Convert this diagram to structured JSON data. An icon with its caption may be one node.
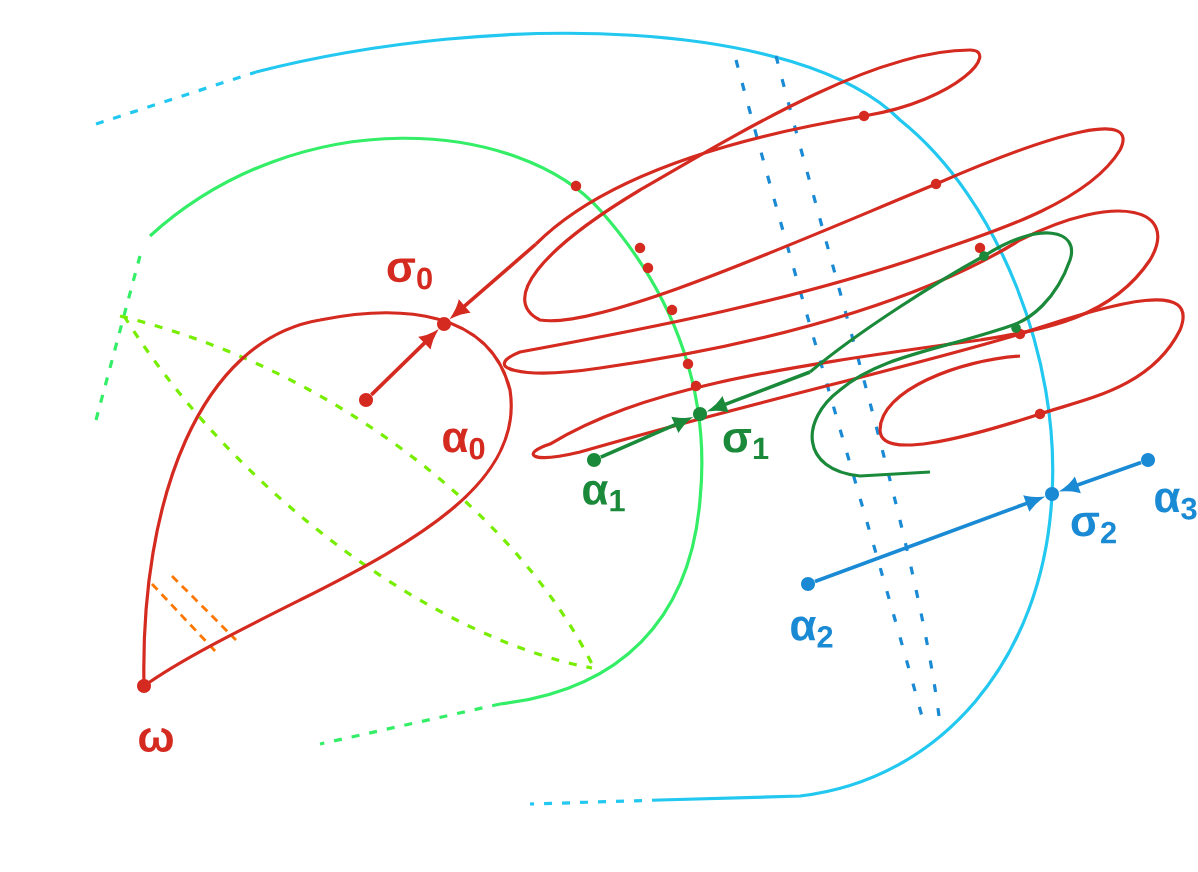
{
  "diagram": {
    "nodes": [
      {
        "text": [],
        "shape": "circle",
        "beside": [
          "ω"
        ]
      },
      {
        "text": [],
        "shape": "circle",
        "beside": [
          "σ$_{0}$"
        ]
      },
      {
        "text": [],
        "shape": "circle",
        "beside": [
          "α$_{0}$"
        ]
      },
      {
        "text": [],
        "shape": "circle",
        "beside": [
          "σ$_{1}$"
        ]
      },
      {
        "text": [],
        "shape": "circle",
        "beside": [
          "α$_{1}$"
        ]
      },
      {
        "text": [],
        "shape": "circle",
        "beside": [
          "σ$_{2}$"
        ]
      },
      {
        "text": [],
        "shape": "circle",
        "beside": [
          "α$_{2}$"
        ]
      },
      {
        "text": [],
        "shape": "circle",
        "beside": [
          "α$_{3}$"
        ]
      }
    ],
    "edges": [
      {
        "from": 2,
        "to": 1,
        "arrow": "to",
        "color": "#d42a20"
      },
      {
        "from": null,
        "to": 1,
        "arrow": "to",
        "color": "#d42a20"
      },
      {
        "from": 4,
        "to": 3,
        "arrow": "to",
        "color": "#1a8a3a"
      },
      {
        "from": null,
        "to": 3,
        "arrow": "to",
        "color": "#1a8a3a"
      },
      {
        "from": 6,
        "to": 5,
        "arrow": "to",
        "color": "#1a8ad4"
      },
      {
        "from": 7,
        "to": 5,
        "arrow": "to",
        "color": "#1a8ad4"
      }
    ]
  }
}
